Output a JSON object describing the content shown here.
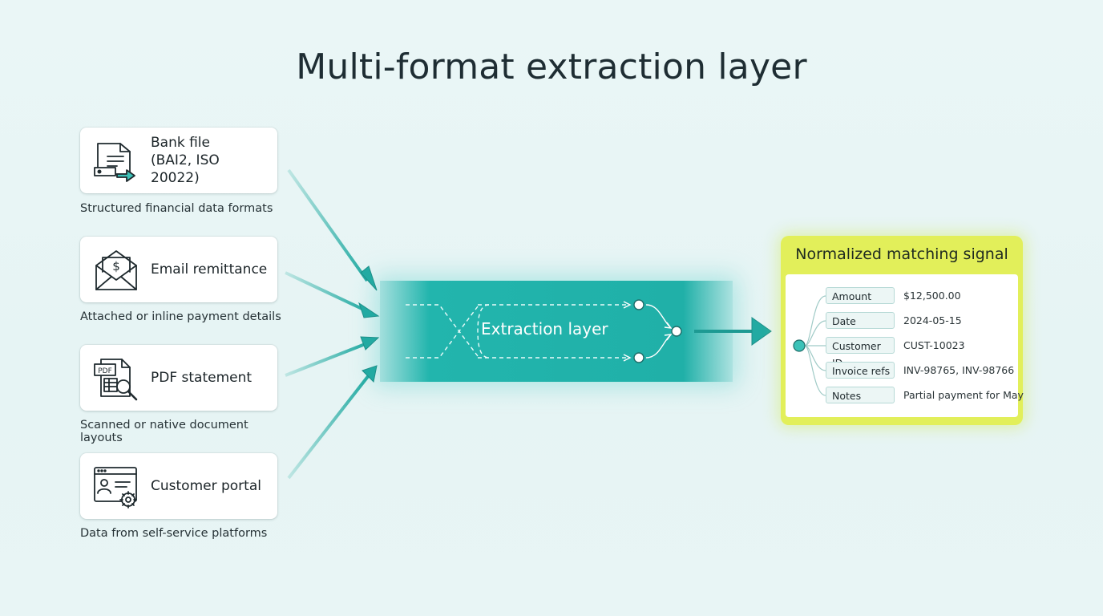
{
  "title": "Multi-format extraction layer",
  "sources": [
    {
      "label": "Bank file\n(BAI2, ISO 20022)",
      "caption": "Structured financial data formats",
      "icon": "bank-file-icon"
    },
    {
      "label": "Email remittance",
      "caption": "Attached or inline payment details",
      "icon": "email-dollar-icon"
    },
    {
      "label": "PDF statement",
      "caption": "Scanned or native document layouts",
      "icon": "pdf-search-icon"
    },
    {
      "label": "Customer portal",
      "caption": "Data from self-service platforms",
      "icon": "portal-gear-icon"
    }
  ],
  "extraction": {
    "label": "Extraction layer"
  },
  "signal": {
    "title": "Normalized matching signal",
    "fields": [
      {
        "key": "Amount",
        "value": "$12,500.00"
      },
      {
        "key": "Date",
        "value": "2024-05-15"
      },
      {
        "key": "Customer ID",
        "value": "CUST-10023"
      },
      {
        "key": "Invoice refs",
        "value": "INV-98765, INV-98766"
      },
      {
        "key": "Notes",
        "value": "Partial payment for May"
      }
    ]
  },
  "colors": {
    "teal": "#20b0a8",
    "arrow": "#2aa9a2",
    "lime": "#e2ef5a"
  }
}
